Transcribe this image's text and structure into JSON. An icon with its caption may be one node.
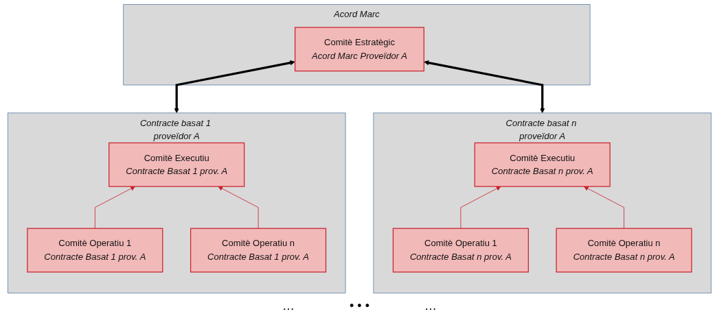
{
  "diagram": {
    "nodes": [
      {
        "text": [
          "Acord Marc"
        ]
      },
      {
        "text": [
          "Comitè Estratègic",
          "Acord Marc Proveïdor A"
        ],
        "in": 0
      },
      {
        "text": [
          "Contracte basat 1 proveïdor A"
        ]
      },
      {
        "text": [
          "Comitè Executiu",
          "Contracte Basat 1 prov. A"
        ],
        "in": 2
      },
      {
        "text": [
          "Comitè Operatiu 1",
          "Contracte Basat 1 prov. A"
        ],
        "in": 2
      },
      {
        "text": [
          "Comitè Operatiu n",
          "Contracte Basat 1 prov. A"
        ],
        "in": 2
      },
      {
        "text": [
          "Contracte basat n proveïdor A"
        ]
      },
      {
        "text": [
          "Comitè Executiu",
          "Contracte Basat n prov. A"
        ],
        "in": 6
      },
      {
        "text": [
          "Comitè Operatiu 1",
          "Contracte Basat n prov. A"
        ],
        "in": 6
      },
      {
        "text": [
          "Comitè Operatiu n",
          "Contracte Basat n prov. A"
        ],
        "in": 6
      }
    ],
    "edges": [
      {
        "from": 1,
        "to": 2,
        "arrow": "both",
        "style": "thick",
        "color": "#000000"
      },
      {
        "from": 1,
        "to": 6,
        "arrow": "both",
        "style": "thick",
        "color": "#000000"
      },
      {
        "from": 4,
        "to": 3,
        "arrow": "to"
      },
      {
        "from": 5,
        "to": 3,
        "arrow": "to"
      },
      {
        "from": 8,
        "to": 7,
        "arrow": "to"
      },
      {
        "from": 9,
        "to": 7,
        "arrow": "to"
      }
    ],
    "labels": [
      "…",
      "• • •",
      "…"
    ]
  }
}
